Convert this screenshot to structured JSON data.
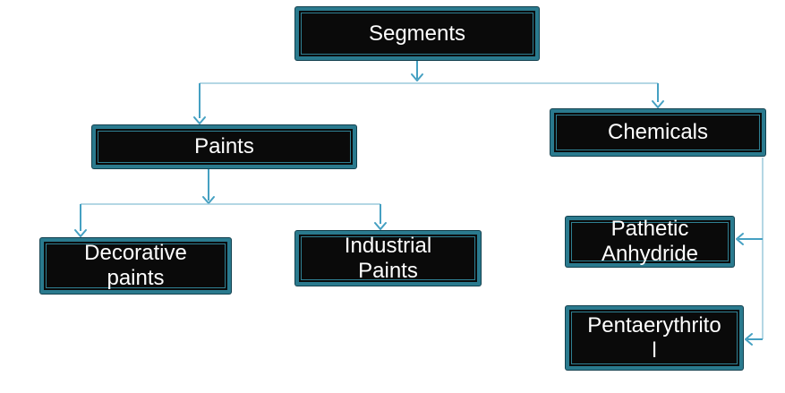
{
  "diagram": {
    "type": "hierarchy",
    "root": "Segments",
    "nodes": {
      "segments": {
        "label": "Segments"
      },
      "paints": {
        "label": "Paints"
      },
      "chemicals": {
        "label": "Chemicals"
      },
      "decorative_paints": {
        "label": "Decorative paints"
      },
      "industrial_paints": {
        "label": "Industrial Paints"
      },
      "pathetic_anhydride": {
        "label": "Pathetic Anhydride"
      },
      "pentaerythritol": {
        "label": "Pentaerythritol"
      }
    },
    "edges": [
      {
        "from": "Segments",
        "to": "Paints"
      },
      {
        "from": "Segments",
        "to": "Chemicals"
      },
      {
        "from": "Paints",
        "to": "Decorative paints"
      },
      {
        "from": "Paints",
        "to": "Industrial Paints"
      },
      {
        "from": "Chemicals",
        "to": "Pathetic Anhydride"
      },
      {
        "from": "Chemicals",
        "to": "Pentaerythritol"
      }
    ],
    "colors": {
      "node_fill": "#0a0a0a",
      "node_border": "#2a7a8e",
      "node_text": "#ffffff",
      "connector": "#45a0c2",
      "connector_light": "#9ccadc"
    }
  }
}
